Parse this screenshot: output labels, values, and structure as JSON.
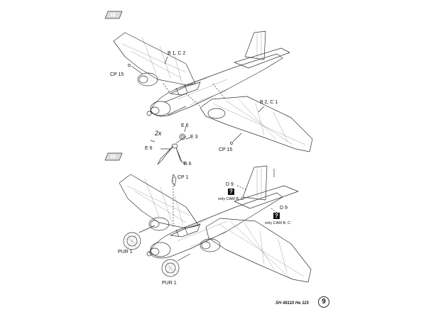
{
  "steps": {
    "upper": "15",
    "lower": "16"
  },
  "labels": {
    "b1_c2": "B 1, C 2",
    "b2_c1": "B 2, C 1",
    "cp15_left": "CP 15",
    "cp15_right": "CP 15",
    "multiplier": "2x",
    "e6_top": "E 6",
    "e3": "E 3",
    "e6_left": "E 6",
    "e6_bottom": "E 6",
    "cp1": "CP 1",
    "d9_top": "D 9",
    "d9_bottom": "D 9",
    "only_cam_top": "only CAM B, C",
    "only_cam_bottom": "only CAM B, C",
    "pur1_left": "PUR 1",
    "pur1_bottom": "PUR 1",
    "question_mark": "?"
  },
  "footer": {
    "text": "SH 48110 He 115",
    "page_number": "9"
  },
  "colors": {
    "line": "#333333",
    "panel": "#888888"
  }
}
